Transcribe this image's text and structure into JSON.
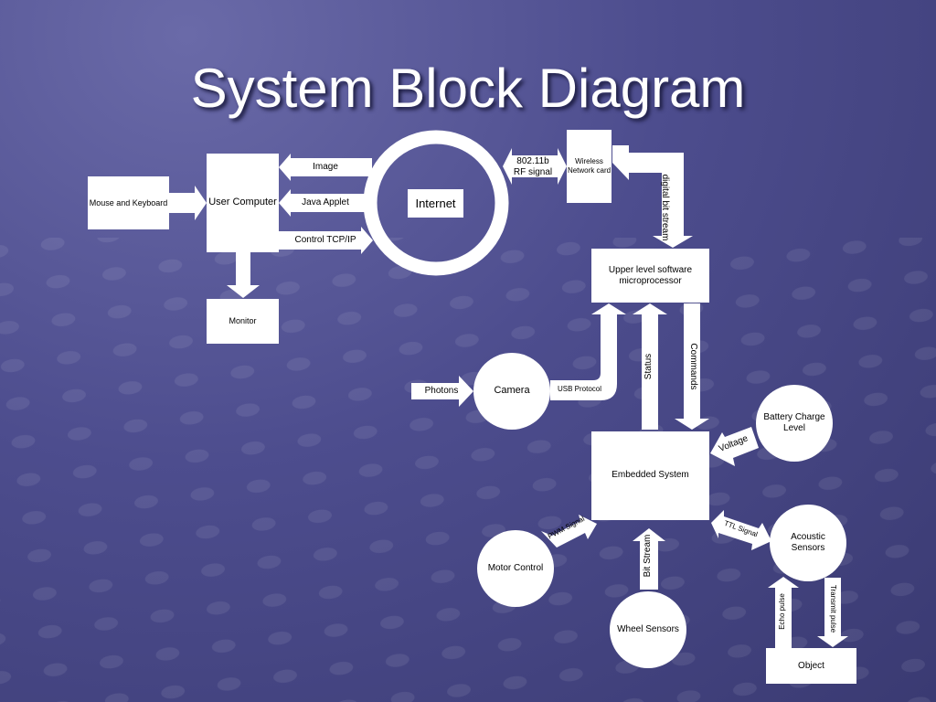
{
  "slide": {
    "title": "System Block Diagram"
  },
  "blocks": {
    "mouse_keyboard": "Mouse and Keyboard",
    "user_computer": "User Computer",
    "monitor": "Monitor",
    "internet": "Internet",
    "wireless_card": "Wireless Network card",
    "upper_micro": "Upper level software microprocessor",
    "camera": "Camera",
    "embedded": "Embedded System",
    "battery": "Battery Charge Level",
    "acoustic": "Acoustic Sensors",
    "motor": "Motor Control",
    "wheel": "Wheel Sensors",
    "object": "Object"
  },
  "arrows": {
    "image": "Image",
    "java_applet": "Java Applet",
    "control_tcp": "Control TCP/IP",
    "rf_signal": "802.11b RF signal",
    "digital_bit_stream": "digital bit stream",
    "photons": "Photons",
    "usb_protocol": "USB Protocol",
    "status": "Status",
    "commands": "Commands",
    "voltage": "Voltage",
    "pwm_signal": "PWM Signal",
    "bit_stream": "Bit Stream",
    "ttl_signal": "TTL Signal",
    "echo_pulse": "Echo pulse",
    "transmit_pulse": "Transmit pulse"
  },
  "colors": {
    "shape_fill": "#ffffff",
    "background": "#4d4d8e",
    "title": "#ffffff"
  }
}
